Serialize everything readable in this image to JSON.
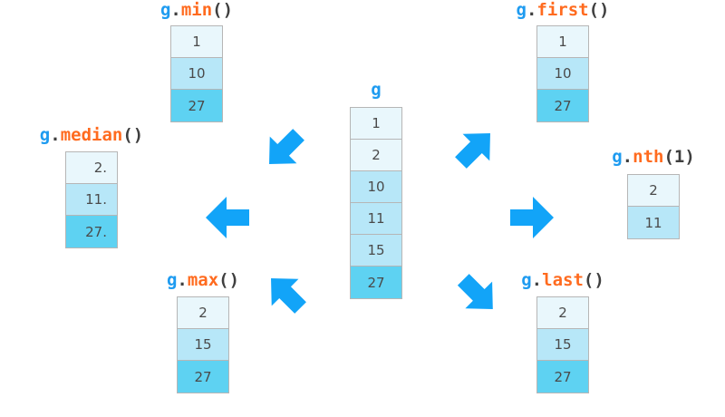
{
  "diagram": {
    "title_var": "g",
    "accent_color": "#1e9bf0",
    "method_color": "#ff6b1f",
    "shades": [
      "#e9f7fc",
      "#b7e7f8",
      "#5ed2f2"
    ]
  },
  "source": {
    "label": {
      "var": "g",
      "dot": "",
      "method": "",
      "parens": ""
    },
    "label_plain": "g",
    "cells": [
      {
        "value": "1",
        "shade": 0
      },
      {
        "value": "2",
        "shade": 0
      },
      {
        "value": "10",
        "shade": 1
      },
      {
        "value": "11",
        "shade": 1
      },
      {
        "value": "15",
        "shade": 1
      },
      {
        "value": "27",
        "shade": 2
      }
    ]
  },
  "results": [
    {
      "id": "min",
      "label": {
        "var": "g",
        "dot": ".",
        "method": "min",
        "parens": "()"
      },
      "label_plain": "g.min()",
      "cells": [
        {
          "value": "1",
          "shade": 0
        },
        {
          "value": "10",
          "shade": 1
        },
        {
          "value": "27",
          "shade": 2
        }
      ]
    },
    {
      "id": "median",
      "label": {
        "var": "g",
        "dot": ".",
        "method": "median",
        "parens": "()"
      },
      "label_plain": "g.median()",
      "cells": [
        {
          "value": "2.",
          "shade": 0
        },
        {
          "value": "11.",
          "shade": 1
        },
        {
          "value": "27.",
          "shade": 2
        }
      ]
    },
    {
      "id": "max",
      "label": {
        "var": "g",
        "dot": ".",
        "method": "max",
        "parens": "()"
      },
      "label_plain": "g.max()",
      "cells": [
        {
          "value": "2",
          "shade": 0
        },
        {
          "value": "15",
          "shade": 1
        },
        {
          "value": "27",
          "shade": 2
        }
      ]
    },
    {
      "id": "first",
      "label": {
        "var": "g",
        "dot": ".",
        "method": "first",
        "parens": "()"
      },
      "label_plain": "g.first()",
      "cells": [
        {
          "value": "1",
          "shade": 0
        },
        {
          "value": "10",
          "shade": 1
        },
        {
          "value": "27",
          "shade": 2
        }
      ]
    },
    {
      "id": "nth",
      "label": {
        "var": "g",
        "dot": ".",
        "method": "nth",
        "parens": "(1)"
      },
      "label_plain": "g.nth(1)",
      "cells": [
        {
          "value": "2",
          "shade": 0
        },
        {
          "value": "11",
          "shade": 1
        }
      ]
    },
    {
      "id": "last",
      "label": {
        "var": "g",
        "dot": ".",
        "method": "last",
        "parens": "()"
      },
      "label_plain": "g.last()",
      "cells": [
        {
          "value": "2",
          "shade": 0
        },
        {
          "value": "15",
          "shade": 1
        },
        {
          "value": "27",
          "shade": 2
        }
      ]
    }
  ],
  "arrows": [
    {
      "id": "arrow-up-left",
      "direction": "up-left"
    },
    {
      "id": "arrow-left",
      "direction": "left"
    },
    {
      "id": "arrow-down-left",
      "direction": "down-left"
    },
    {
      "id": "arrow-up-right",
      "direction": "up-right"
    },
    {
      "id": "arrow-right",
      "direction": "right"
    },
    {
      "id": "arrow-down-right",
      "direction": "down-right"
    }
  ]
}
